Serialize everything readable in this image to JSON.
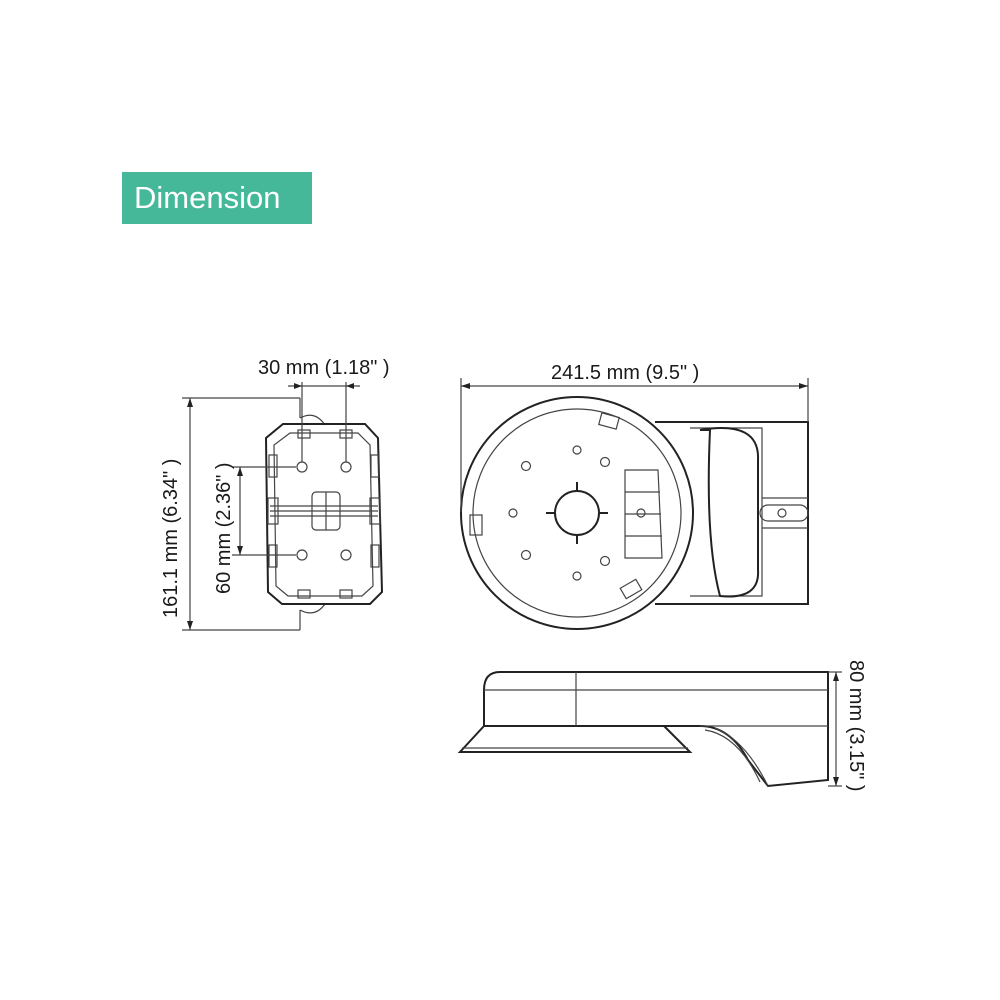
{
  "title": "Dimension",
  "colors": {
    "badge": "#45b89a",
    "line": "#222222"
  },
  "dimensions": {
    "hole_spacing_horizontal": "30 mm (1.18\" )",
    "total_length": "241.5 mm (9.5\" )",
    "total_width": "161.1 mm (6.34\" )",
    "hole_spacing_vertical": "60 mm (2.36\" )",
    "height": "80 mm (3.15\" )"
  }
}
